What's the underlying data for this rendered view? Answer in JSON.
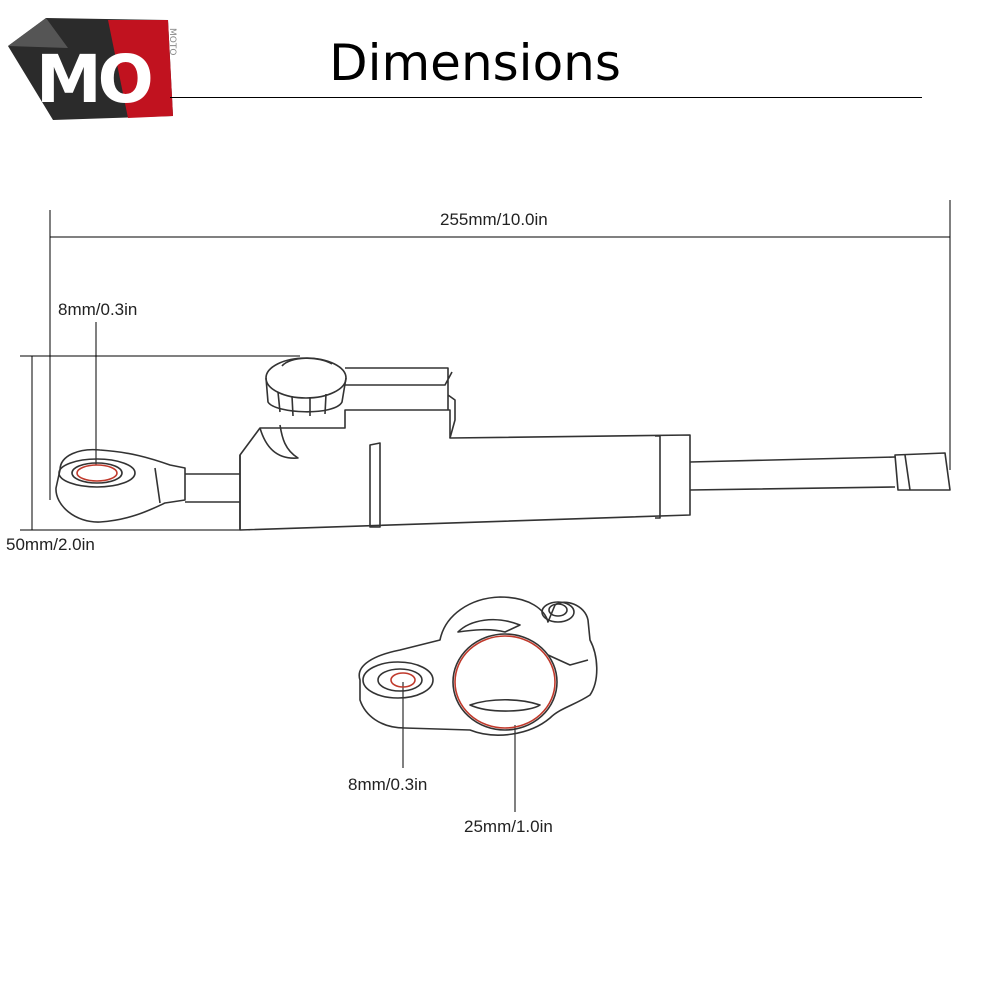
{
  "logo": {
    "text": "MO",
    "side_text": "MOTO",
    "colors": {
      "dark": "#2b2b2b",
      "red": "#c1121f",
      "white": "#ffffff"
    }
  },
  "title": "Dimensions",
  "damper": {
    "length_label": "255mm/10.0in",
    "eye_hole_label": "8mm/0.3in",
    "height_label": "50mm/2.0in"
  },
  "clamp": {
    "bolt_hole_label": "8mm/0.3in",
    "tube_hole_label": "25mm/1.0in"
  },
  "colors": {
    "outline": "#333333",
    "hole_highlight": "#c0392b",
    "dim_line": "#000000"
  }
}
